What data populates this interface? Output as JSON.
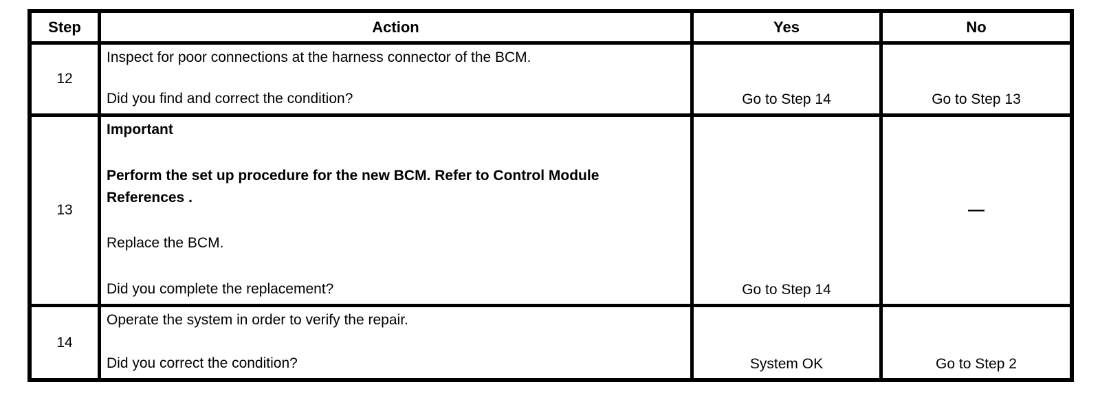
{
  "colors": {
    "background": "#ffffff",
    "border": "#000000",
    "text": "#000000"
  },
  "table": {
    "headers": {
      "step": "Step",
      "action": "Action",
      "yes": "Yes",
      "no": "No"
    },
    "rows": [
      {
        "step": "12",
        "action_paragraphs": [
          "Inspect for poor connections at the harness connector of the BCM.",
          "Did you find and correct the condition?"
        ],
        "yes": "Go to Step 14",
        "no": "Go to Step 13"
      },
      {
        "step": "13",
        "action_paragraphs": [
          "Important",
          "Perform the set up procedure for the new BCM. Refer to Control Module References .",
          "Replace the BCM.",
          "Did you complete the replacement?"
        ],
        "yes": "Go to Step 14",
        "no": "—"
      },
      {
        "step": "14",
        "action_paragraphs": [
          "Operate the system in order to verify the repair.",
          "Did you correct the condition?"
        ],
        "yes": "System OK",
        "no": "Go to Step 2"
      }
    ]
  }
}
